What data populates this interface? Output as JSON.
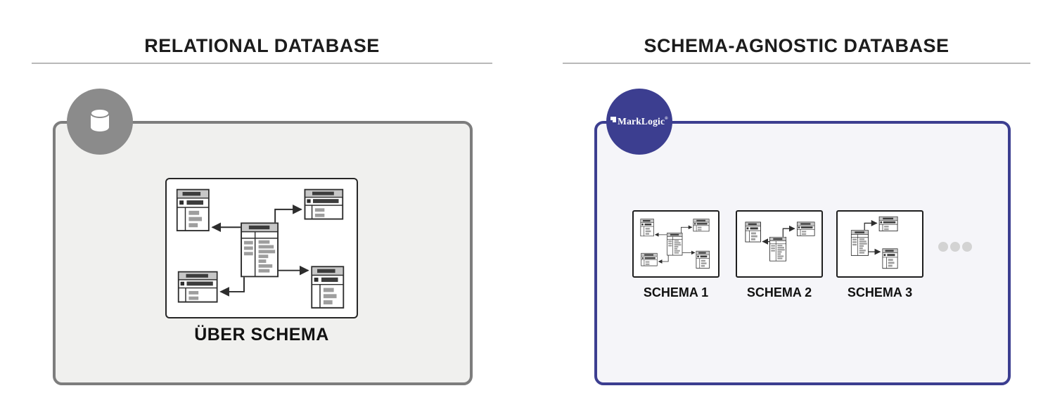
{
  "header_left": {
    "title": "RELATIONAL DATABASE"
  },
  "header_right": {
    "title": "SCHEMA-AGNOSTIC DATABASE"
  },
  "left_panel": {
    "badge_icon": "database-cylinder-icon",
    "diagram_label": "ÜBER SCHEMA"
  },
  "right_panel": {
    "logo_text": "MarkLogic",
    "logo_reg": "®",
    "schemas": [
      {
        "label": "SCHEMA 1"
      },
      {
        "label": "SCHEMA 2"
      },
      {
        "label": "SCHEMA 3"
      }
    ],
    "ellipsis_icon": "more-schemas-ellipsis"
  },
  "colors": {
    "accent_blue": "#3c3e90",
    "panel_gray_border": "#7d7d7d",
    "panel_gray_fill": "#f0f0ee",
    "panel_blue_fill": "#f5f5f9",
    "circle_gray": "#8b8b8b",
    "underline": "#b9b9b9",
    "dot": "#d3d3d3"
  }
}
